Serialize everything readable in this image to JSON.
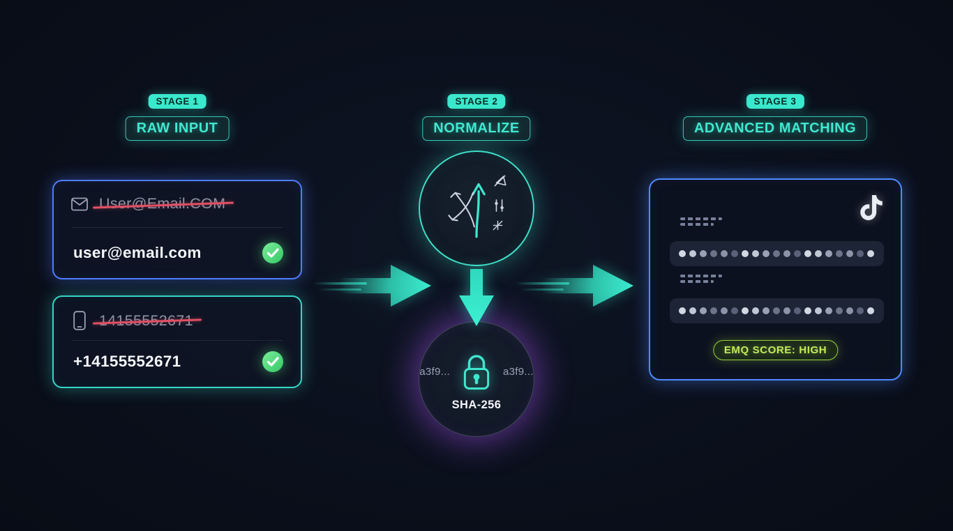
{
  "stages": {
    "stage1": {
      "badge": "STAGE 1",
      "label": "RAW INPUT"
    },
    "stage2": {
      "badge": "STAGE 2",
      "label": "NORMALIZE"
    },
    "stage3": {
      "badge": "STAGE 3",
      "label": "ADVANCED MATCHING"
    }
  },
  "raw_input": {
    "email": {
      "raw": "User@Email.COM",
      "normalized": "user@email.com"
    },
    "phone": {
      "raw": "14155552671",
      "normalized": "+14155552671"
    }
  },
  "normalize": {
    "hash_left": "a3f9...",
    "hash_right": "a3f9...",
    "algorithm": "SHA-256"
  },
  "matching": {
    "emq_label": "EMQ SCORE: HIGH",
    "row1_dots": 19,
    "row2_dots": 19
  },
  "icons": {
    "email": "envelope-icon",
    "phone": "smartphone-icon",
    "valid": "check-circle-icon",
    "normalize": "merge-arrows-icon",
    "hash": "padlock-icon",
    "platform": "tiktok-icon",
    "flow_right": "arrow-right-icon",
    "flow_down": "arrow-down-icon"
  },
  "colors": {
    "background": "#0a0f1b",
    "teal_accent": "#3be8cd",
    "blue_border": "#4f7dff",
    "teal_border": "#37d6c6",
    "purple_glow": "#a855f7",
    "green_check": "#57df7f",
    "emq_green": "#c3e95c",
    "strike_red": "#e14f63"
  }
}
